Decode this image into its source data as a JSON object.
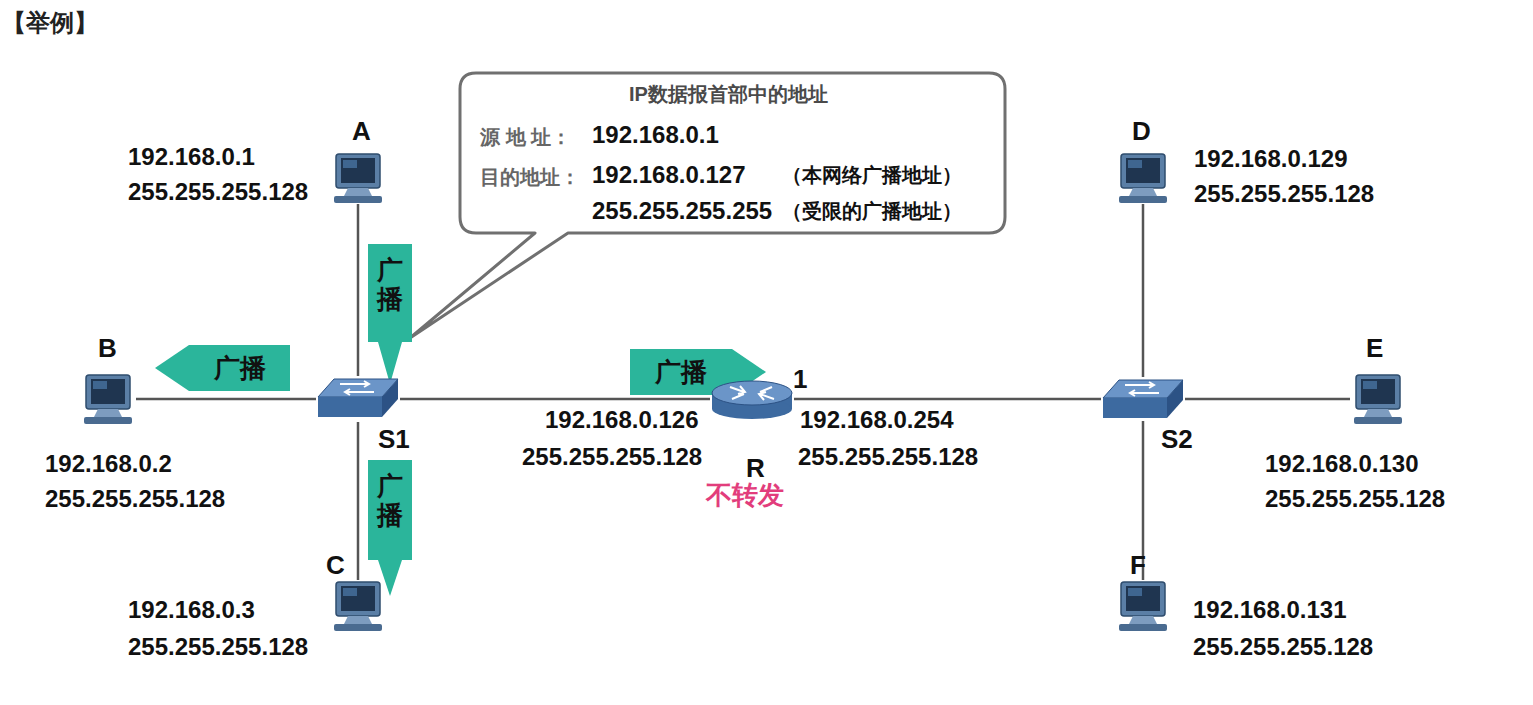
{
  "diagram": {
    "title": "【举例】",
    "nodes": [
      {
        "text": [
          "A",
          "192.168.0.1",
          "255.255.255.128"
        ]
      },
      {
        "text": [
          "IP数据报首部中的地址",
          "源 地 址：",
          "192.168.0.1",
          "目的地址：",
          "192.168.0.127",
          "（本网络广播地址）",
          "255.255.255.255",
          "（受限的广播地址）"
        ]
      },
      {
        "text": [
          "D",
          "192.168.0.129",
          "255.255.255.128"
        ]
      },
      {
        "text": [
          "广播"
        ]
      },
      {
        "text": [
          "B",
          "192.168.0.2",
          "255.255.255.128"
        ]
      },
      {
        "text": [
          "广播"
        ]
      },
      {
        "text": [
          "S1"
        ]
      },
      {
        "text": [
          "广播"
        ]
      },
      {
        "text": [
          "R"
        ]
      },
      {
        "text": [
          "S2"
        ]
      },
      {
        "text": [
          "E",
          "192.168.0.130",
          "255.255.255.128"
        ]
      },
      {
        "text": [
          "广播"
        ]
      },
      {
        "text": [
          "C",
          "192.168.0.3",
          "255.255.255.128"
        ]
      },
      {
        "text": [
          "F",
          "192.168.0.131",
          "255.255.255.128"
        ]
      }
    ],
    "edges": [
      {
        "from": 0,
        "to": 6,
        "arrow": "none"
      },
      {
        "from": 4,
        "to": 6,
        "arrow": "none"
      },
      {
        "from": 12,
        "to": 6,
        "arrow": "none"
      },
      {
        "from": 6,
        "to": 8,
        "arrow": "none"
      },
      {
        "from": 8,
        "to": 9,
        "arrow": "none"
      },
      {
        "from": 2,
        "to": 9,
        "arrow": "none"
      },
      {
        "from": 10,
        "to": 9,
        "arrow": "none"
      },
      {
        "from": 13,
        "to": 9,
        "arrow": "none"
      }
    ],
    "labels": [
      "1",
      "192.168.0.126",
      "255.255.255.128",
      "192.168.0.254",
      "255.255.255.128",
      "不转发"
    ]
  }
}
